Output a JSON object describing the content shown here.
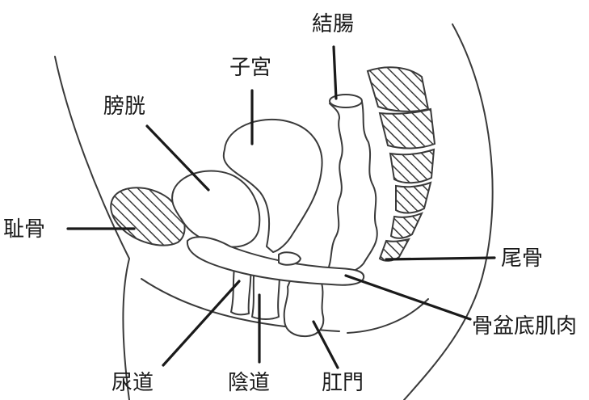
{
  "labels": {
    "colon": "結腸",
    "uterus": "子宮",
    "bladder": "膀胱",
    "pubic_bone": "耻骨",
    "coccyx": "尾骨",
    "pelvic_floor": "骨盆底肌肉",
    "urethra": "尿道",
    "vagina": "陰道",
    "anus": "肛門"
  },
  "colors": {
    "line": "#1a1a1a",
    "outline": "#3a3a3a",
    "background": "#ffffff"
  }
}
